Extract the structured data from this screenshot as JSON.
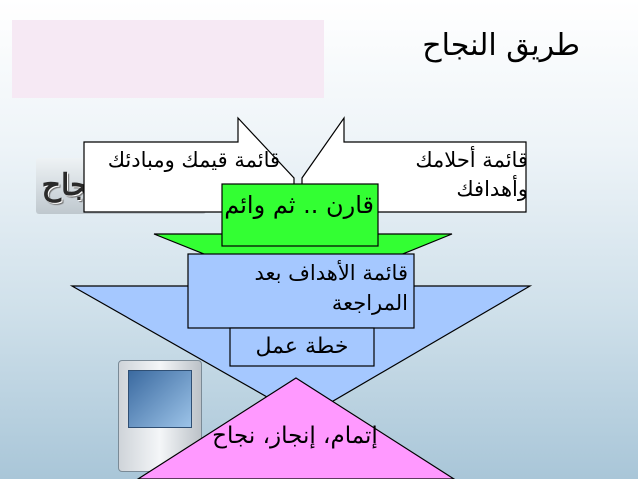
{
  "title": "طريق النجاح",
  "banner_text": "طريق النجاح",
  "boxes": {
    "values": "قائمة قيمك ومبادئك",
    "dreams": "قائمة أحلامك وأهدافك",
    "compare": "قارن .. ثم وائم",
    "review": "قائمة الأهداف بعد المراجعة",
    "plan": "خطة عمل",
    "outcome": "إتمام، إنجاز، نجاح"
  },
  "colors": {
    "box_white": "#ffffff",
    "green": "#33ff33",
    "blue": "#a5c8ff",
    "pink": "#ff99ff"
  }
}
